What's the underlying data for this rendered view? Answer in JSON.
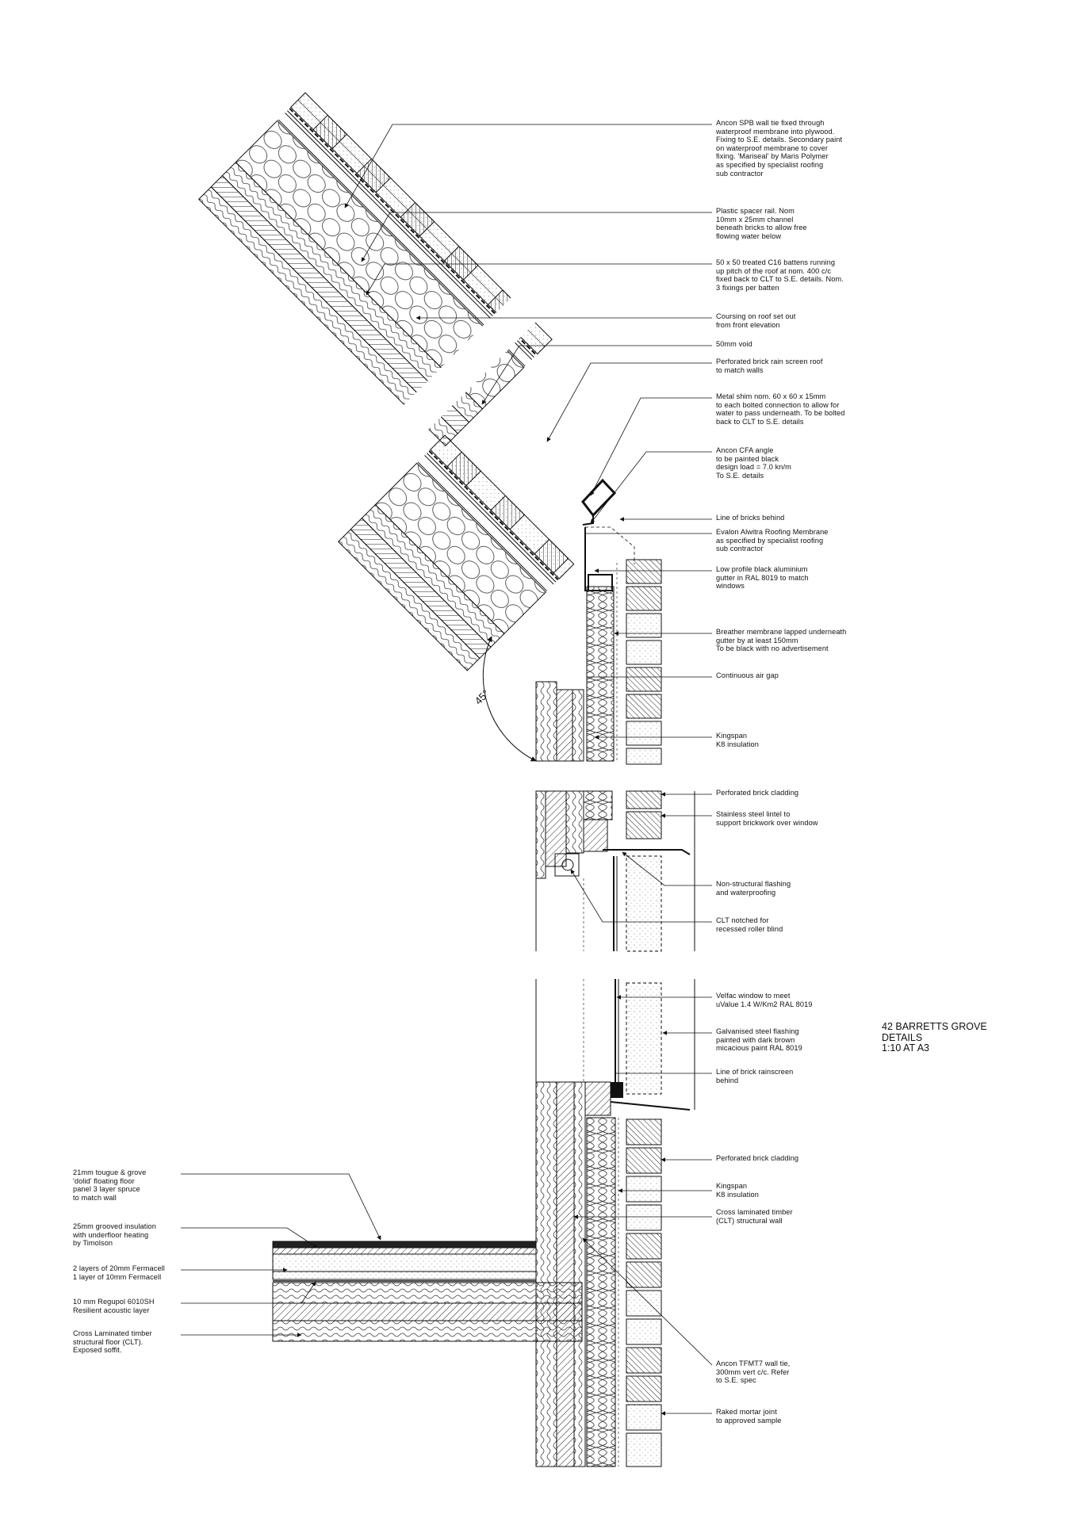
{
  "drawing": {
    "right_annotations": [
      "Ancon SPB  wall tie  fixed  through\nwaterproof membrane  into  plywood.\nFixing  to  S.E. details. Secondary paint\non waterproof membrane  to  cover\nfixing. 'Mariseal' by Maris Polymer\nas  specified  by  specialist roofing\nsub  contractor",
      "Plastic  spacer rail. Nom\n10mm  x 25mm  channel\nbeneath bricks to  allow  free\nflowing water below",
      "50  x 50 treated C16 battens running\nup  pitch  of  the roof at nom. 400 c/c\nfixed  back  to  CLT  to  S.E. details. Nom.\n3  fixings  per batten",
      "Coursing  on roof set out\nfrom   front elevation",
      "50mm  void",
      "Perforated  brick rain screen roof\nto  match walls",
      "Metal shim  nom. 60 x 60 x 15mm\nto each bolted connection to allow for\nwater to pass underneath. To be bolted\nback to CLT to S.E. details",
      "Ancon  CFA  angle\nto  be  painted  black\ndesign  load  =   7.0 kn/m\nTo  S.E. details",
      "Line of bricks behind",
      "Evalon  Alwitra  Roofing  Membrane\nas specified  by specialist roofing\nsub  contractor",
      "Low  profile  black  aluminium\ngutter in  RAL  8019  to  match\nwindows",
      "Breather membrane lapped  underneath\ngutter by at least 150mm\nTo be black with no advertisement",
      "Continuous  air gap",
      "Kingspan\nK8  insulation",
      "Perforated  brick  cladding",
      "Stainless  steel lintel to\nsupport brickwork  over window",
      "Non-structural flashing\nand  waterproofing",
      "CLT  notched  for\nrecessed  roller blind",
      "Velfac  window  to  meet\nuValue  1.4  W/Km2  RAL  8019",
      "Galvanised  steel flashing\npainted  with  dark  brown\nmicacious  paint RAL  8019",
      "Line of  brick  rainscreen\nbehind",
      "Perforated  brick  cladding",
      "Kingspan\nK8  insulation",
      "Cross  laminated  timber\n(CLT)  structural wall",
      "Ancon  TFMT7  wall tie,\n300mm   vert c/c. Refer\nto  S.E. spec",
      "Raked  mortar joint\nto approved  sample"
    ],
    "left_annotations": [
      "21mm  tougue  &  grove\n'dolid' floating  floor\npanel 3 layer spruce\nto  match wall",
      "25mm  grooved  insulation\nwith  underfloor heating\nby  Timolson",
      "2  layers of 20mm   Fermacell\n1 layer of 10mm   Fermacell",
      "10  mm   Regupol 6010SH\nResilient  acoustic  layer",
      "Cross  Laminated  timber\nstructural floor (CLT).\nExposed  soffit."
    ],
    "angle_label": "45°",
    "title_block": [
      "42 BARRETTS GROVE",
      "DETAILS",
      "1:10 AT A3"
    ]
  }
}
